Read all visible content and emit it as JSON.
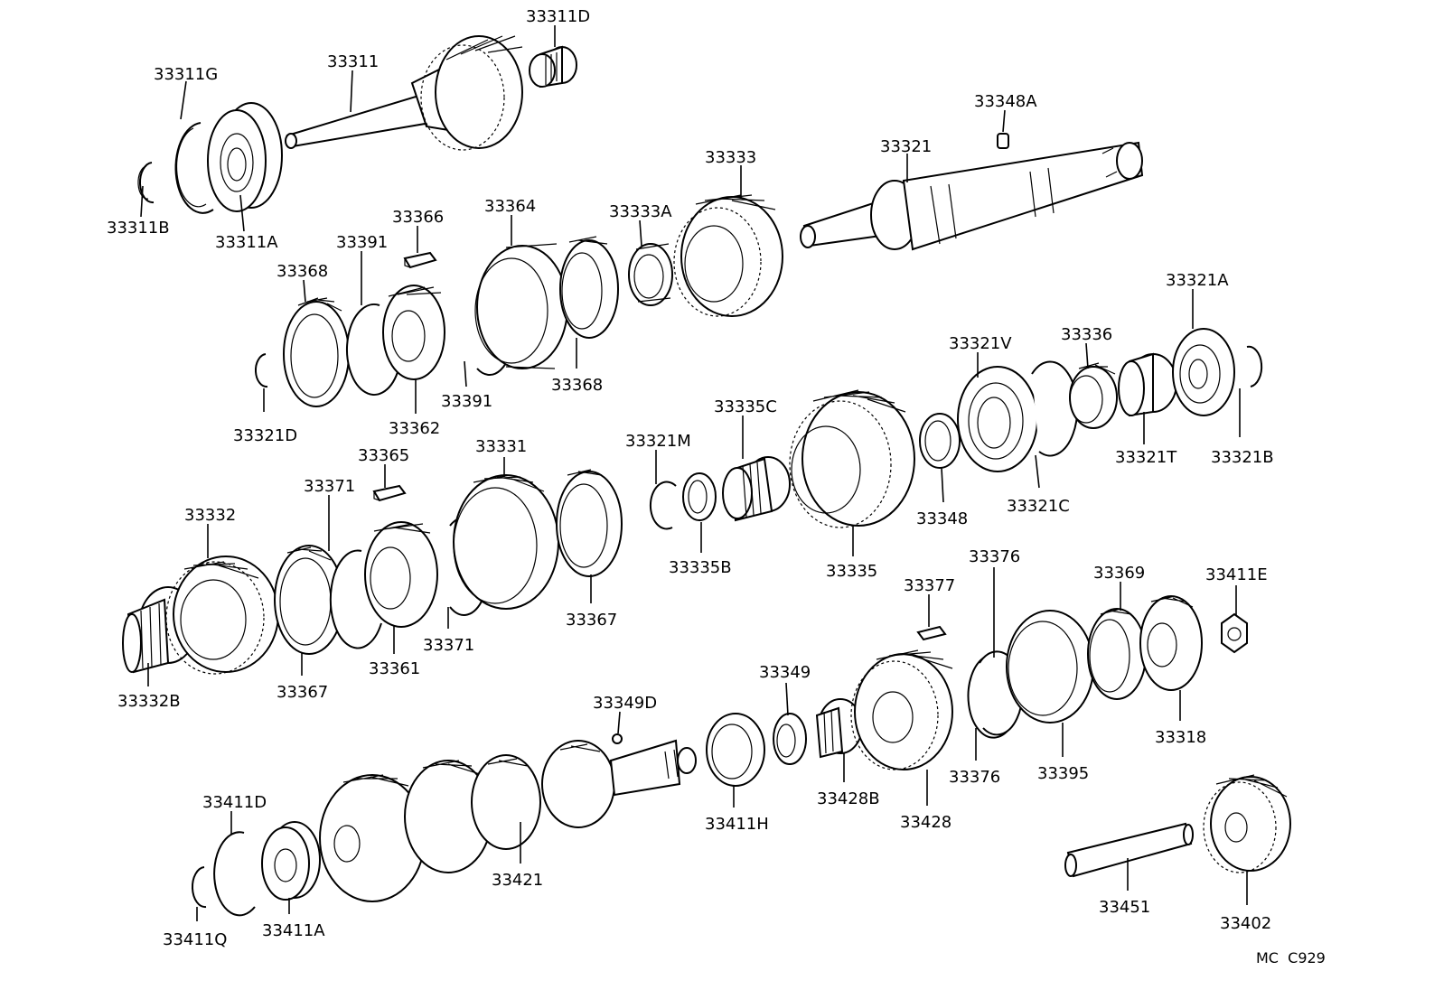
{
  "labels": {
    "33311G": "33311G",
    "33311": "33311",
    "33311D": "33311D",
    "33311B": "33311B",
    "33311A": "33311A",
    "33348A": "33348A",
    "33321": "33321",
    "33333": "33333",
    "33333A": "33333A",
    "33364": "33364",
    "33366": "33366",
    "33391a": "33391",
    "33368a": "33368",
    "33321D": "33321D",
    "33362": "33362",
    "33391b": "33391",
    "33368b": "33368",
    "33321A": "33321A",
    "33321V": "33321V",
    "33336": "33336",
    "33321T": "33321T",
    "33321B": "33321B",
    "33321C": "33321C",
    "33348": "33348",
    "33335C": "33335C",
    "33321M": "33321M",
    "33335B": "33335B",
    "33335": "33335",
    "33365": "33365",
    "33331": "33331",
    "33371a": "33371",
    "33332": "33332",
    "33332B": "33332B",
    "33367a": "33367",
    "33361": "33361",
    "33371b": "33371",
    "33367b": "33367",
    "33376a": "33376",
    "33377": "33377",
    "33369": "33369",
    "33411E": "33411E",
    "33349": "33349",
    "33349D": "33349D",
    "33318": "33318",
    "33395": "33395",
    "33376b": "33376",
    "33428": "33428",
    "33428B": "33428B",
    "33411H": "33411H",
    "33421": "33421",
    "33411D": "33411D",
    "33411Q": "33411Q",
    "33411A": "33411A",
    "33451": "33451",
    "33402": "33402"
  },
  "drawing_code": "MC  C929"
}
